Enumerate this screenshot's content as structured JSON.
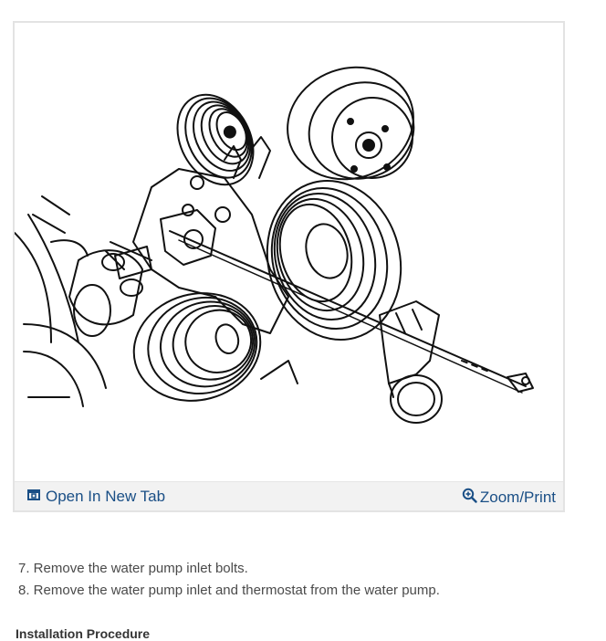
{
  "figure": {
    "open_tab_label": "Open In New Tab",
    "zoom_print_label": "Zoom/Print",
    "open_tab_icon": "open-in-new-tab-icon",
    "zoom_icon": "zoom-in-icon",
    "link_color": "#1a4f86"
  },
  "steps": [
    "7. Remove the water pump inlet bolts.",
    "8. Remove the water pump inlet and thermostat from the water pump."
  ],
  "section": {
    "heading": "Installation Procedure"
  }
}
